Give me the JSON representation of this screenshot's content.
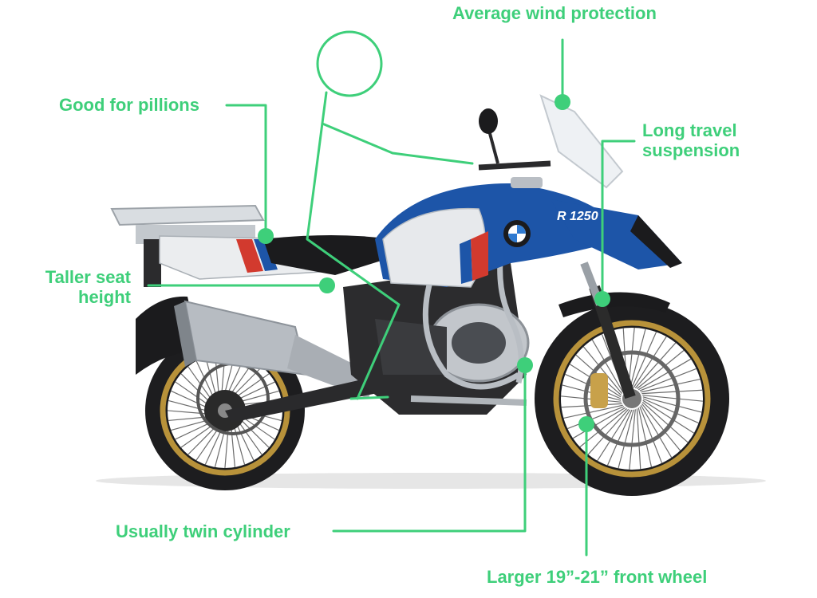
{
  "colors": {
    "accent": "#3ecf7a",
    "bike_blue": "#1d55a8",
    "bike_dark": "#1b1b1d",
    "rim_gold": "#b8923a",
    "silver": "#c9cdd2",
    "red_stripe": "#d23a2e"
  },
  "bike_badge": "R 1250",
  "labels": {
    "wind": "Average wind protection",
    "pillions": "Good for pillions",
    "suspension_line1": "Long travel",
    "suspension_line2": "suspension",
    "seat_line1": "Taller seat",
    "seat_line2": "height",
    "cylinder": "Usually twin cylinder",
    "wheel": "Larger 19”-21” front wheel"
  }
}
